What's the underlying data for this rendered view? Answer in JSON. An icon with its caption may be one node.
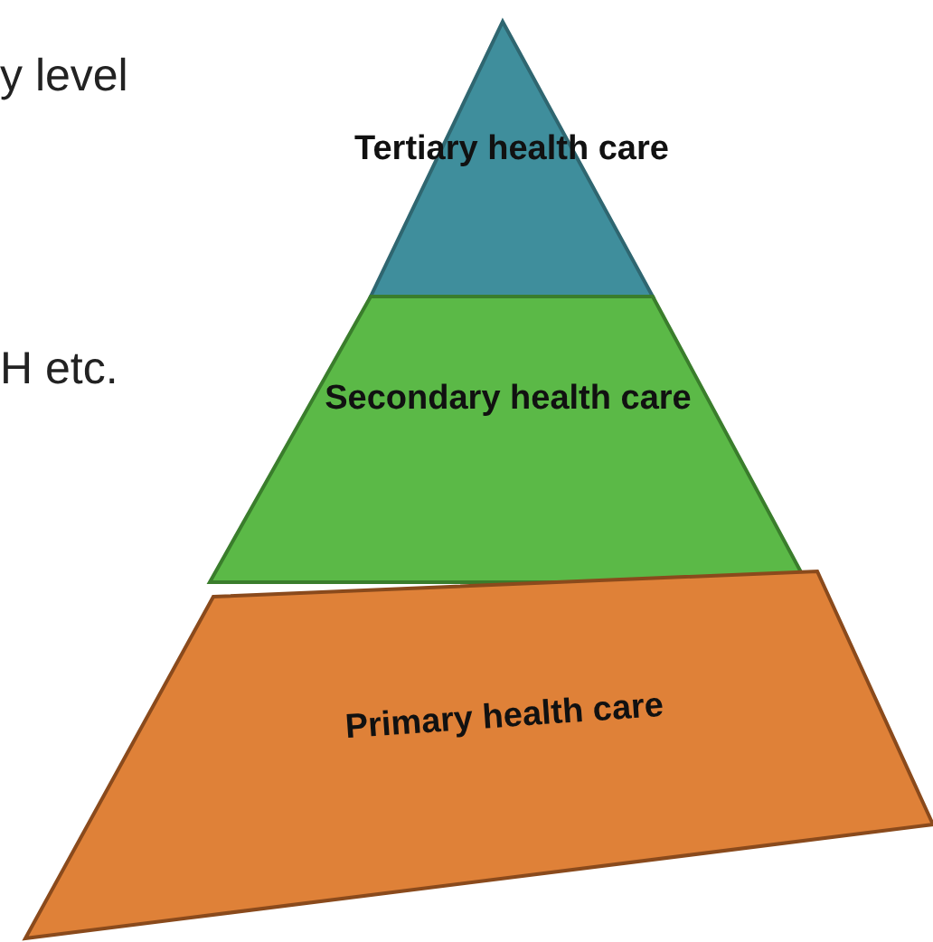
{
  "diagram": {
    "nodes": [
      {
        "text": [
          "Tertiary health care"
        ]
      },
      {
        "text": [
          "Secondary health care"
        ]
      },
      {
        "text": [
          "Primary health care"
        ]
      }
    ],
    "labels": [
      "y level",
      "H etc."
    ]
  }
}
